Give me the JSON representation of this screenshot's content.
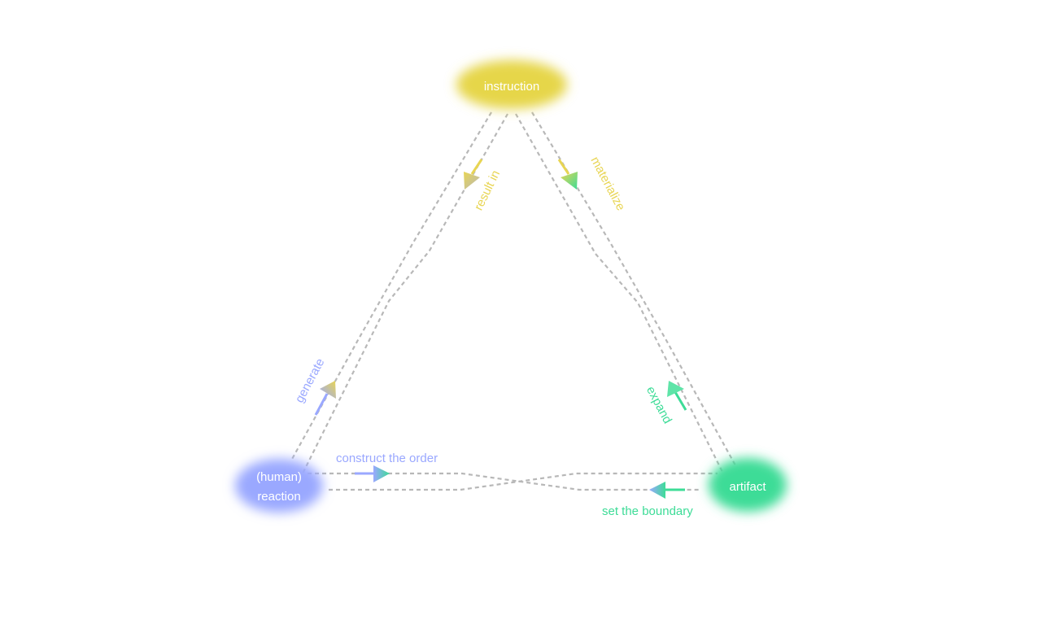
{
  "nodes": {
    "instruction": {
      "label": "instruction",
      "color": "#e6d64a"
    },
    "reaction": {
      "label_line1": "(human)",
      "label_line2": "reaction",
      "color": "#9aa8ff"
    },
    "artifact": {
      "label": "artifact",
      "color": "#3ddc97"
    }
  },
  "edges": {
    "result_in": {
      "label": "result in",
      "color": "#e8d553"
    },
    "materialize": {
      "label": "materialize",
      "color": "#e8d553"
    },
    "generate": {
      "label": "generate",
      "color": "#9aa8ff"
    },
    "expand": {
      "label": "expand",
      "color": "#3ddc97"
    },
    "construct_the_order": {
      "label": "construct the order",
      "color": "#9aa8ff"
    },
    "set_the_boundary": {
      "label": "set the boundary",
      "color": "#3ddc97"
    }
  },
  "connector_color": "#b8b8b8"
}
